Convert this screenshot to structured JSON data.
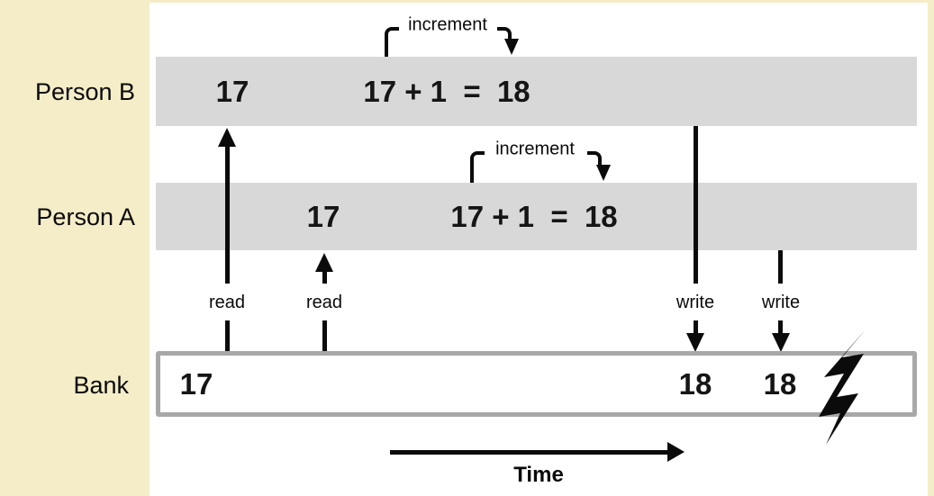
{
  "diagram": "bank-balance-race-condition",
  "colors": {
    "background": "#f5edc8",
    "panel": "#ffffff",
    "bar": "#d8d8d8",
    "bank_border": "#a8a8a8",
    "ink": "#0b0b0b"
  },
  "rows": {
    "person_b": {
      "label": "Person B",
      "read_value": "17",
      "calculation": "17 + 1  =  18",
      "increment_label": "increment"
    },
    "person_a": {
      "label": "Person A",
      "read_value": "17",
      "calculation": "17 + 1  =  18",
      "increment_label": "increment"
    },
    "bank": {
      "label": "Bank",
      "initial_value": "17",
      "written_value_1": "18",
      "written_value_2": "18"
    }
  },
  "arrows": {
    "read_1": "read",
    "read_2": "read",
    "write_1": "write",
    "write_2": "write",
    "time": "Time"
  },
  "icons": {
    "conflict": "lightning-bolt"
  }
}
